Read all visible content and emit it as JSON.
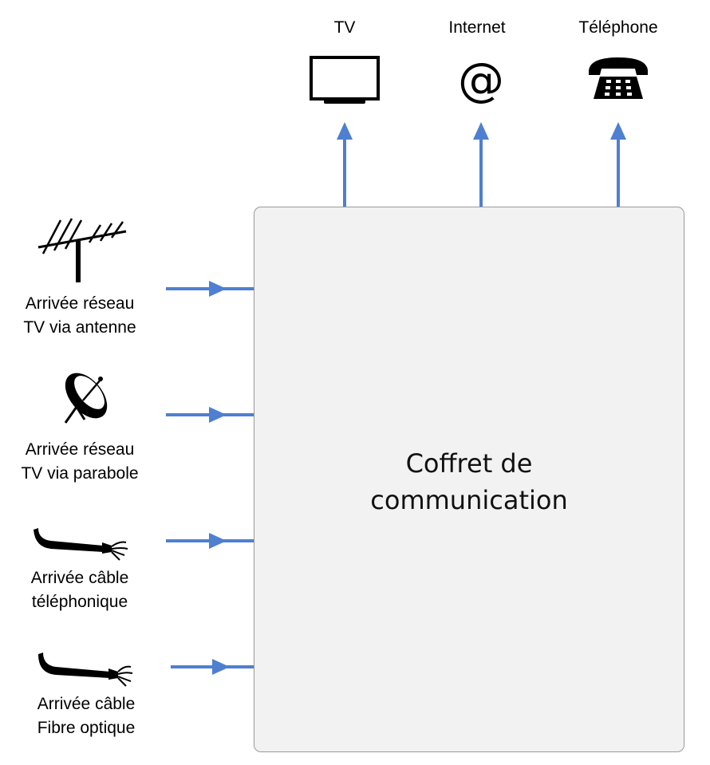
{
  "outputs": [
    {
      "id": "tv",
      "label": "TV",
      "icon": "tv-icon"
    },
    {
      "id": "internet",
      "label": "Internet",
      "icon": "at-sign-icon"
    },
    {
      "id": "telephone",
      "label": "Téléphone",
      "icon": "telephone-icon"
    }
  ],
  "inputs": [
    {
      "id": "antenne",
      "lines": [
        "Arrivée réseau",
        "TV via antenne"
      ],
      "icon": "antenna-icon"
    },
    {
      "id": "parabole",
      "lines": [
        "Arrivée réseau",
        "TV via parabole"
      ],
      "icon": "satellite-dish-icon"
    },
    {
      "id": "telephone",
      "lines": [
        "Arrivée câble",
        "téléphonique"
      ],
      "icon": "phone-cable-icon"
    },
    {
      "id": "fibre",
      "lines": [
        "Arrivée câble",
        "Fibre optique"
      ],
      "icon": "fiber-cable-icon"
    }
  ],
  "box": {
    "lines": [
      "Coffret de",
      "communication"
    ]
  },
  "colors": {
    "arrow": "#4f7fd0",
    "box_fill": "#f2f2f2",
    "box_border": "#9a9a9a"
  }
}
